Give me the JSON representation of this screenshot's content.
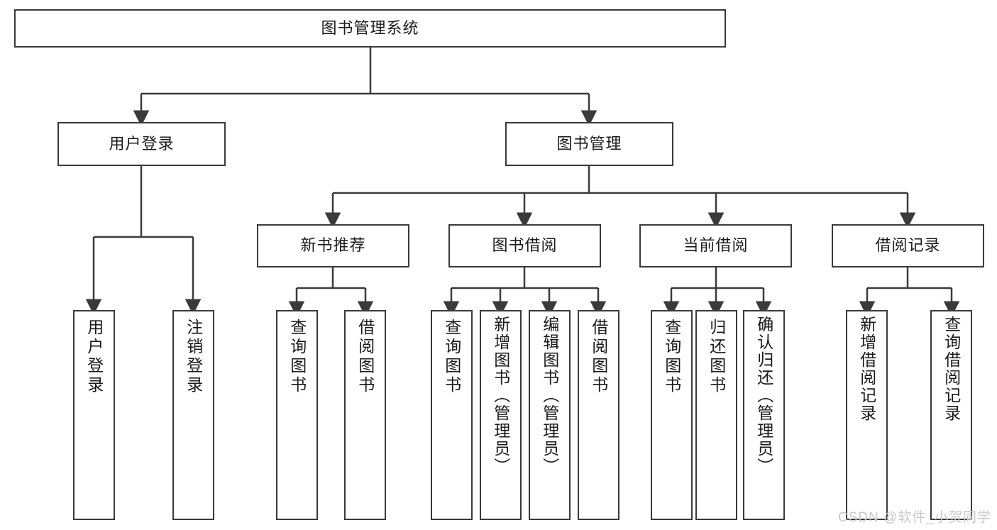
{
  "diagram": {
    "title": "图书管理系统",
    "root": {
      "label": "图书管理系统"
    },
    "level2": [
      {
        "label": "用户登录"
      },
      {
        "label": "图书管理"
      }
    ],
    "level3": [
      {
        "label": "新书推荐"
      },
      {
        "label": "图书借阅"
      },
      {
        "label": "当前借阅"
      },
      {
        "label": "借阅记录"
      }
    ],
    "leaves": {
      "user_login": [
        {
          "label": "用户登录"
        },
        {
          "label": "注销登录"
        }
      ],
      "new_book_recommend": [
        {
          "label": "查询图书"
        },
        {
          "label": "借阅图书"
        }
      ],
      "book_borrow": [
        {
          "label": "查询图书"
        },
        {
          "label": "新增图书（管理员）"
        },
        {
          "label": "编辑图书（管理员）"
        },
        {
          "label": "借阅图书"
        }
      ],
      "current_borrow": [
        {
          "label": "查询图书"
        },
        {
          "label": "归还图书"
        },
        {
          "label": "确认归还（管理员）"
        }
      ],
      "borrow_record": [
        {
          "label": "新增借阅记录"
        },
        {
          "label": "查询借阅记录"
        }
      ]
    },
    "watermark": "CSDN @软件_小贺同学",
    "colors": {
      "stroke": "#3a3a3a",
      "fill": "#ffffff",
      "text": "#1a1a1a",
      "watermark": "#c9c9c9"
    }
  }
}
